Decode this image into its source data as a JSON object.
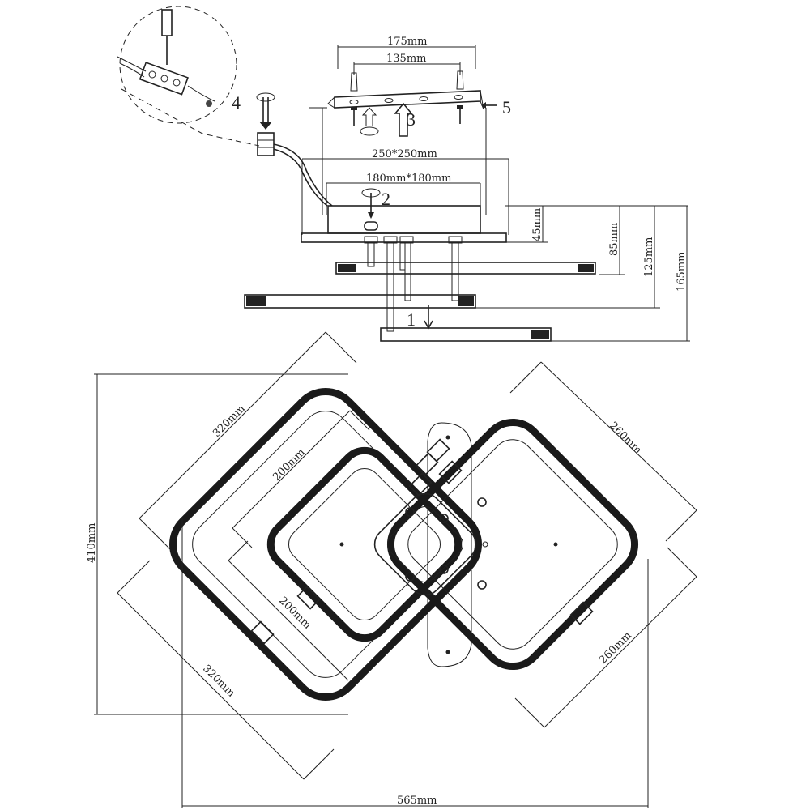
{
  "colors": {
    "line": "#222222",
    "background": "#ffffff"
  },
  "side_view": {
    "dims": {
      "d175": "175mm",
      "d135": "135mm",
      "d250": "250*250mm",
      "d180": "180mm*180mm",
      "d45": "45mm",
      "d85": "85mm",
      "d125": "125mm",
      "d165": "165mm"
    },
    "steps": {
      "s1": "1",
      "s2": "2",
      "s3": "3",
      "s4": "4",
      "s5": "5"
    }
  },
  "top_view": {
    "dims": {
      "d320_top": "320mm",
      "d320_bottom": "320mm",
      "d200_top": "200mm",
      "d200_bottom": "200mm",
      "d260_top": "260mm",
      "d260_bottom": "260mm",
      "d410": "410mm",
      "d565": "565mm"
    }
  }
}
